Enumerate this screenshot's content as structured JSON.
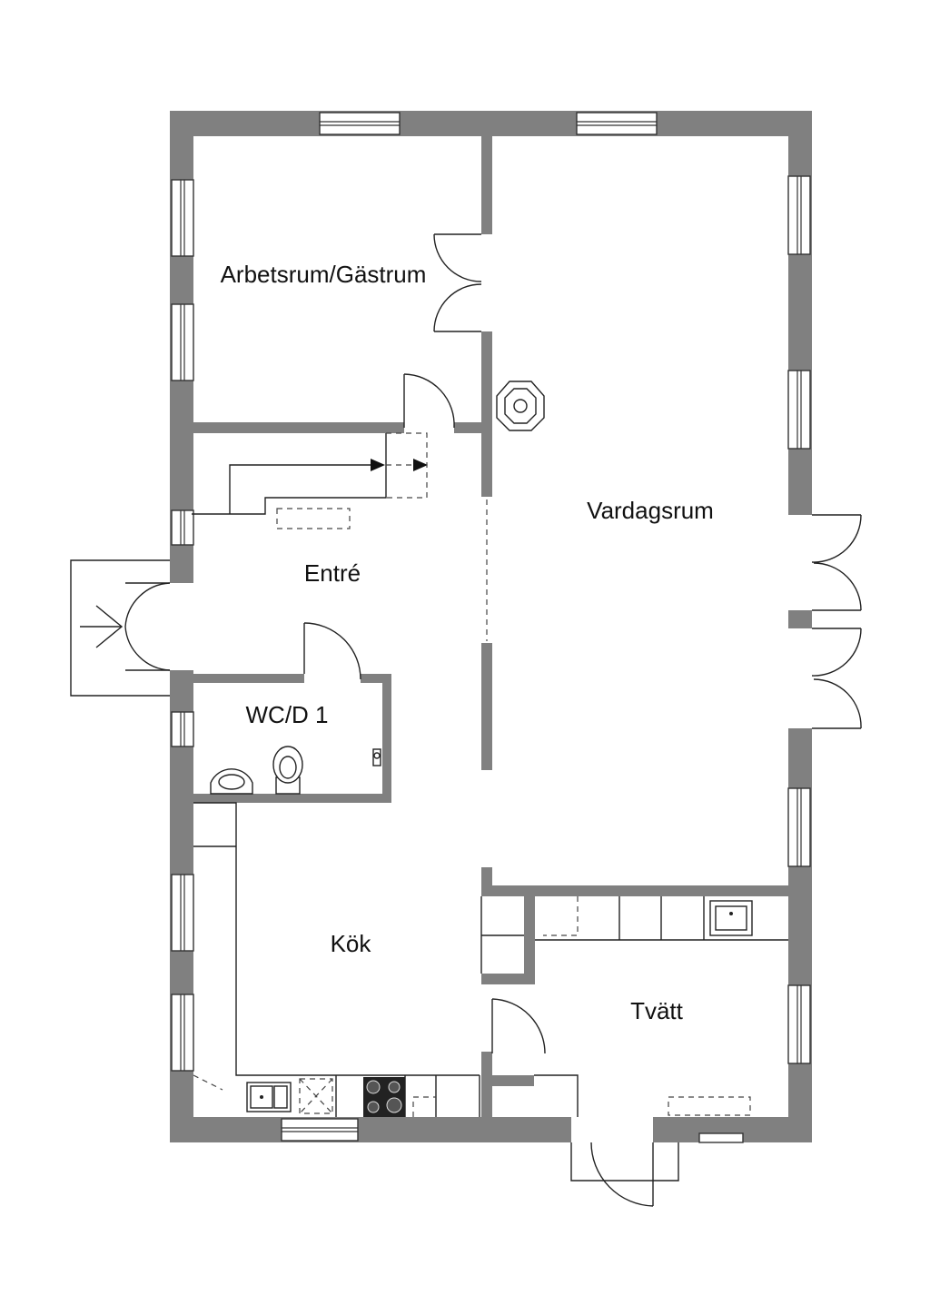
{
  "floor_plan": {
    "rooms": {
      "arbetsrum": "Arbetsrum/Gästrum",
      "vardagsrum": "Vardagsrum",
      "entre": "Entré",
      "wc": "WC/D 1",
      "kok": "Kök",
      "tvatt": "Tvätt"
    }
  }
}
